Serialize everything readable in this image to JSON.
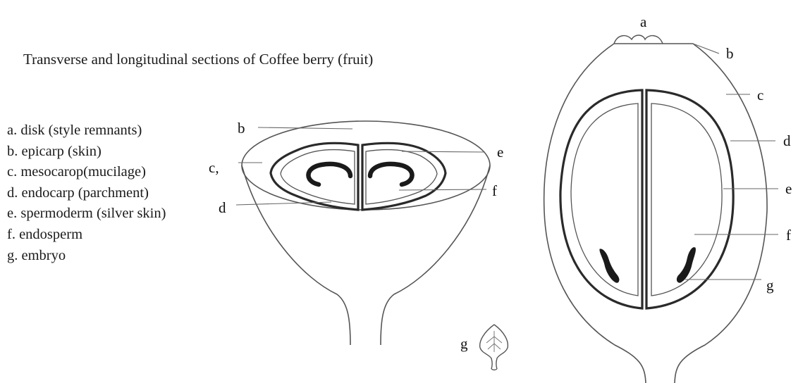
{
  "title": "Transverse and longitudinal sections of Coffee berry (fruit)",
  "legend": [
    "a. disk (style remnants)",
    "b. epicarp (skin)",
    "c. mesocarop(mucilage)",
    "d. endocarp (parchment)",
    "e. spermoderm (silver skin)",
    "f. endosperm",
    "g. embryo"
  ],
  "transverse_labels": {
    "b": "b",
    "c": "c,",
    "d": "d",
    "e": "e",
    "f": "f"
  },
  "embryo_label": "g",
  "longitudinal_labels": {
    "a": "a",
    "b": "b",
    "c": "c",
    "d": "d",
    "e": "e",
    "f": "f",
    "g": "g"
  },
  "colors": {
    "line": "#555555",
    "bold": "#2a2a2a",
    "fill": "#1a1a1a"
  }
}
